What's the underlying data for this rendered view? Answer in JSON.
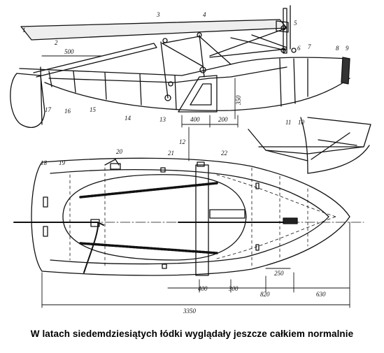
{
  "caption": "W latach siedemdziesiątych łódki wyglądały jeszcze całkiem normalnie",
  "part_numbers": {
    "n1": "1",
    "n2": "2",
    "n3": "3",
    "n4": "4",
    "n5": "5",
    "n6": "6",
    "n7": "7",
    "n8": "8",
    "n9": "9",
    "n10": "10",
    "n11": "11",
    "n12": "12",
    "n13": "13",
    "n14": "14",
    "n15": "15",
    "n16": "16",
    "n17": "17",
    "n18": "18",
    "n19": "19",
    "n20": "20",
    "n21": "21",
    "n22": "22"
  },
  "dimensions": {
    "d500": "500",
    "d400_side": "400",
    "d200": "200",
    "d350": "350",
    "d400_plan": "400",
    "d300": "300",
    "d820": "820",
    "d630": "630",
    "d250": "250",
    "d3350": "3350"
  },
  "colors": {
    "ink": "#111111",
    "paper": "#ffffff"
  }
}
